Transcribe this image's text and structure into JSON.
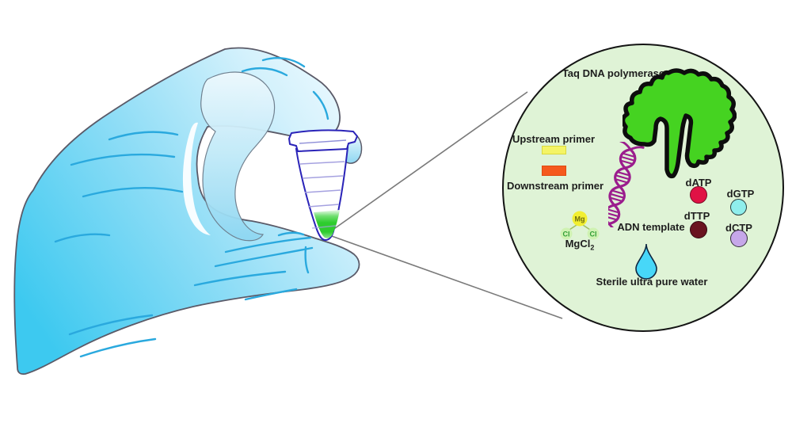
{
  "illustration": {
    "subject": "PCR reaction mix held in a microcentrifuge tube by a gloved hand",
    "glove": {
      "color_main": "#3dc9f0",
      "color_light": "#eefaff",
      "crease_color": "#2aa9de",
      "outline_color": "#5a5a68"
    },
    "tube": {
      "outline_color": "#2a23b8",
      "graduation_color": "#a5a1e0",
      "liquid_color": "#2ecc2e"
    },
    "connector_line_color": "#7a7a7a"
  },
  "magnifier": {
    "background": "#dff3d6",
    "border_color": "#141414",
    "taq": {
      "label": "Taq DNA polymerase",
      "color": "#45d321"
    },
    "upstream": {
      "label": "Upstream primer",
      "color": "#f4f465"
    },
    "downstream": {
      "label": "Downstream primer",
      "color": "#f5591d"
    },
    "mgcl2": {
      "mg": "Mg",
      "cl": "Cl",
      "formula": "MgCl",
      "formula_subscript": "2",
      "mg_color": "#f2ef32",
      "cl_halo_color": "#cdf2ae",
      "cl_text_color": "#2f9e35"
    },
    "adn": {
      "label": "ADN template",
      "color": "#9b1d8d"
    },
    "datp": {
      "label": "dATP",
      "color": "#e01245"
    },
    "dttp": {
      "label": "dTTP",
      "color": "#6a1320"
    },
    "dgtp": {
      "label": "dGTP",
      "color": "#8feeec"
    },
    "dctp": {
      "label": "dCTP",
      "color": "#c6a7e9"
    },
    "water": {
      "label": "Sterile ultra pure water",
      "color": "#47d7f8"
    }
  }
}
